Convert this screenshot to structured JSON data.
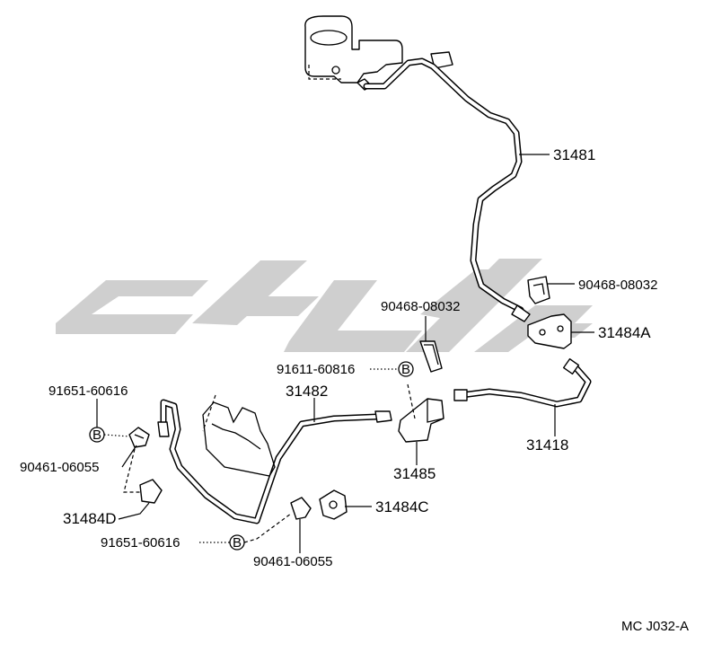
{
  "labels": {
    "p31481": "31481",
    "p90468_top": "90468-08032",
    "p90468_mid": "90468-08032",
    "p31484A": "31484A",
    "p91611": "91611-60816",
    "p31482": "31482",
    "p91651_top": "91651-60616",
    "p90461_left": "90461-06055",
    "p31418": "31418",
    "p31485": "31485",
    "p31484D": "31484D",
    "p31484C": "31484C",
    "p91651_bottom": "91651-60616",
    "p90461_bottom": "90461-06055"
  },
  "marker_letter": "B",
  "catalog_code": "MC J032-A",
  "colors": {
    "ink": "#000000",
    "watermark": "#cfcfcf",
    "background": "#ffffff"
  }
}
